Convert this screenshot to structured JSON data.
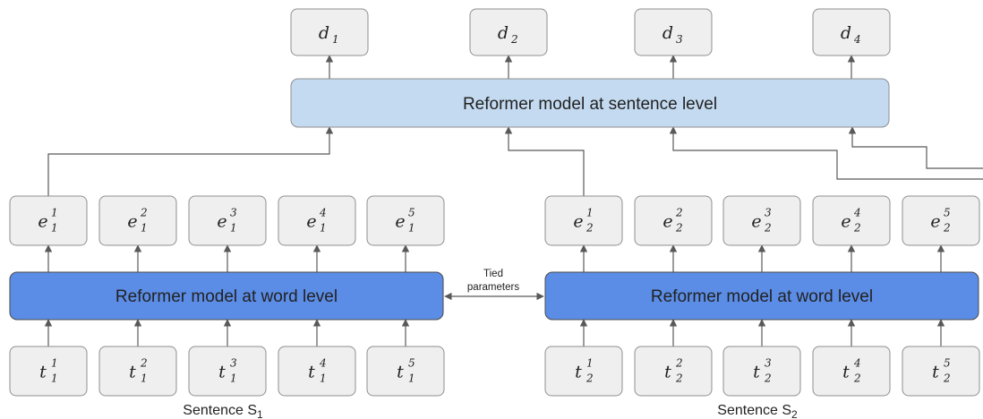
{
  "sentence_model": {
    "label": "Reformer model at sentence level"
  },
  "word_model": {
    "label": "Reformer model at word level"
  },
  "tied": {
    "line1": "Tied",
    "line2": "parameters"
  },
  "document_outputs": [
    {
      "var": "d",
      "sub": "1"
    },
    {
      "var": "d",
      "sub": "2"
    },
    {
      "var": "d",
      "sub": "3"
    },
    {
      "var": "d",
      "sub": "4"
    }
  ],
  "sentences": [
    {
      "caption": "Sentence S",
      "caption_sub": "1",
      "embeddings": [
        {
          "var": "e",
          "sub": "1",
          "sup": "1"
        },
        {
          "var": "e",
          "sub": "1",
          "sup": "2"
        },
        {
          "var": "e",
          "sub": "1",
          "sup": "3"
        },
        {
          "var": "e",
          "sub": "1",
          "sup": "4"
        },
        {
          "var": "e",
          "sub": "1",
          "sup": "5"
        }
      ],
      "tokens": [
        {
          "var": "t",
          "sub": "1",
          "sup": "1"
        },
        {
          "var": "t",
          "sub": "1",
          "sup": "2"
        },
        {
          "var": "t",
          "sub": "1",
          "sup": "3"
        },
        {
          "var": "t",
          "sub": "1",
          "sup": "4"
        },
        {
          "var": "t",
          "sub": "1",
          "sup": "5"
        }
      ]
    },
    {
      "caption": "Sentence S",
      "caption_sub": "2",
      "embeddings": [
        {
          "var": "e",
          "sub": "2",
          "sup": "1"
        },
        {
          "var": "e",
          "sub": "2",
          "sup": "2"
        },
        {
          "var": "e",
          "sub": "2",
          "sup": "3"
        },
        {
          "var": "e",
          "sub": "2",
          "sup": "4"
        },
        {
          "var": "e",
          "sub": "2",
          "sup": "5"
        }
      ],
      "tokens": [
        {
          "var": "t",
          "sub": "2",
          "sup": "1"
        },
        {
          "var": "t",
          "sub": "2",
          "sup": "2"
        },
        {
          "var": "t",
          "sub": "2",
          "sup": "3"
        },
        {
          "var": "t",
          "sub": "2",
          "sup": "4"
        },
        {
          "var": "t",
          "sub": "2",
          "sup": "5"
        }
      ]
    }
  ]
}
